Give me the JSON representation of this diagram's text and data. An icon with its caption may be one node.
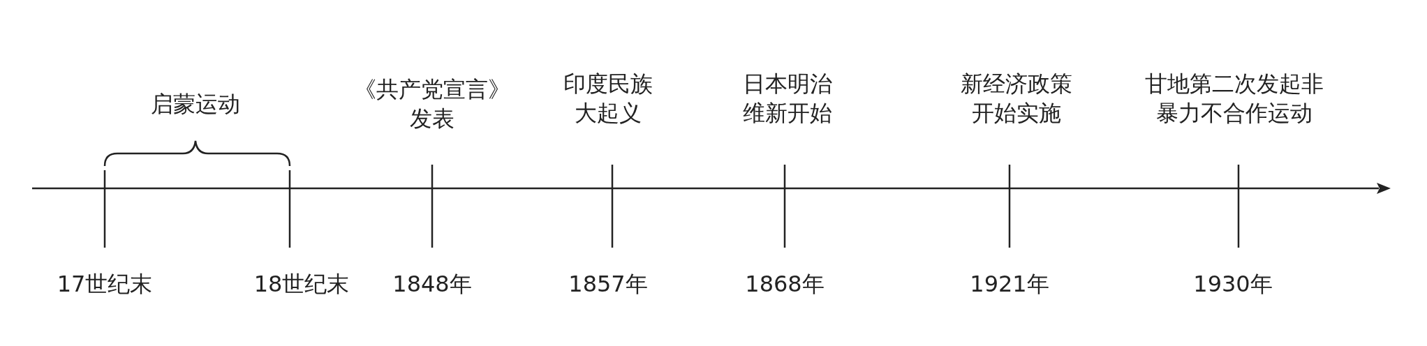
{
  "diagram": {
    "labels": [
      "启蒙运动",
      "《共产党宣言》发表",
      "印度民族大起义",
      "日本明治维新开始",
      "新经济政策开始实施",
      "甘地第二次发起非暴力不合作运动",
      "17世纪末",
      "18世纪末",
      "1848年",
      "1857年",
      "1868年",
      "1921年",
      "1930年"
    ]
  }
}
